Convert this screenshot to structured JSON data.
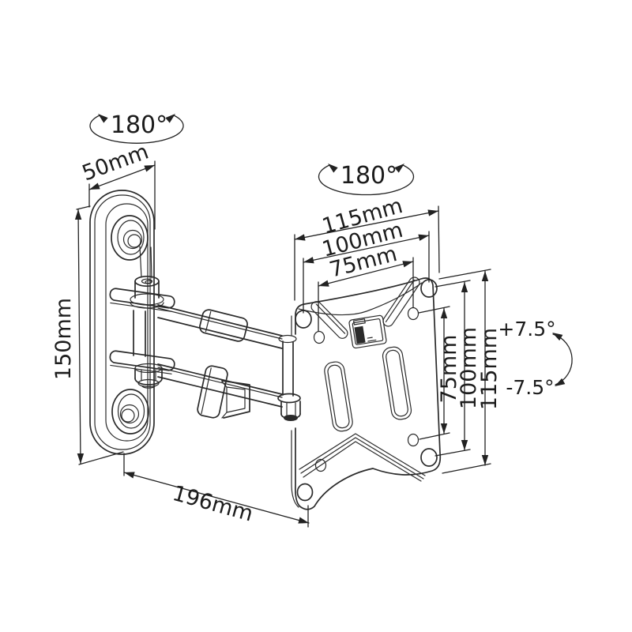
{
  "diagram": {
    "type": "technical-drawing",
    "subject": "articulating TV wall mount bracket with dimensions",
    "background_color": "#ffffff",
    "line_color": "#2a2a2a",
    "text_color": "#1c1c1c"
  },
  "labels": {
    "rotate_left": "180°",
    "rotate_right": "180°",
    "wall_plate_width": "50mm",
    "wall_plate_height": "150mm",
    "arm_reach": "196mm",
    "plate_width_outer": "115mm",
    "plate_width_holes": "100mm",
    "plate_width_inner": "75mm",
    "plate_height_inner": "75mm",
    "plate_height_holes": "100mm",
    "plate_height_outer": "115mm",
    "tilt_up": "+7.5°",
    "tilt_down": "-7.5°"
  }
}
